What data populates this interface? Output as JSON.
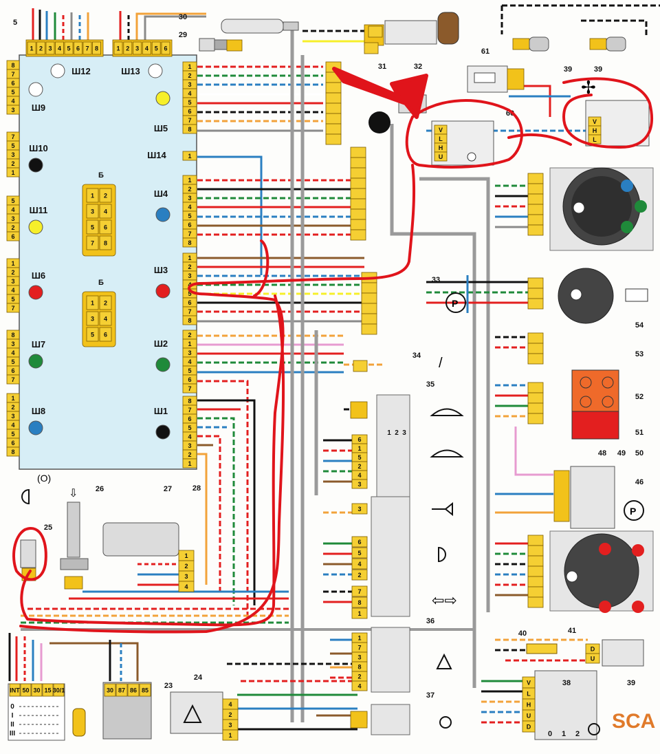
{
  "mounting_block": {
    "top_left_pins": [
      "1",
      "2",
      "3",
      "4",
      "5",
      "6",
      "7",
      "8"
    ],
    "top_right_pins": [
      "1",
      "2",
      "3",
      "4",
      "5",
      "6"
    ],
    "block_b_label": "Б",
    "block_b_upper_pins": [
      "1",
      "2",
      "3",
      "4",
      "5",
      "6",
      "7",
      "8"
    ],
    "block_b_lower_pins": [
      "1",
      "2",
      "3",
      "4",
      "5",
      "6"
    ],
    "left_sockets": [
      {
        "label": "Ш12",
        "color": "#ffffff"
      },
      {
        "label": "Ш9",
        "color": "#ffffff"
      },
      {
        "label": "Ш10",
        "color": "#111111"
      },
      {
        "label": "Ш11",
        "color": "#f6ef2a"
      },
      {
        "label": "Ш6",
        "color": "#e31f1f"
      },
      {
        "label": "Ш7",
        "color": "#1f8a3a"
      },
      {
        "label": "Ш8",
        "color": "#2a7fc1"
      }
    ],
    "right_sockets": [
      {
        "label": "Ш13",
        "color": "#ffffff"
      },
      {
        "label": "Ш5",
        "color": "#f6ef2a"
      },
      {
        "label": "Ш14",
        "color": ""
      },
      {
        "label": "Ш4",
        "color": "#2a7fc1"
      },
      {
        "label": "Ш3",
        "color": "#e31f1f"
      },
      {
        "label": "Ш2",
        "color": "#1f8a3a"
      },
      {
        "label": "Ш1",
        "color": "#111111"
      }
    ]
  },
  "component_numbers": [
    "5",
    "23",
    "24",
    "25",
    "26",
    "27",
    "28",
    "29",
    "30",
    "31",
    "32",
    "33",
    "34",
    "35",
    "36",
    "37",
    "38",
    "39",
    "39",
    "39",
    "40",
    "41",
    "46",
    "48",
    "49",
    "50",
    "51",
    "52",
    "53",
    "54",
    "60",
    "61"
  ],
  "relay_38_pins": [
    "V",
    "L",
    "H",
    "U",
    "D"
  ],
  "relay_38_positions": [
    "0",
    "1",
    "2"
  ],
  "ignition_pins": [
    "INT",
    "50",
    "30",
    "15",
    "30/1"
  ],
  "ignition_positions": [
    "0",
    "I",
    "II",
    "III"
  ],
  "relay_pins": [
    "30",
    "87",
    "86",
    "85"
  ],
  "resistor_60_pins": [
    "V",
    "L",
    "H",
    "U"
  ],
  "fan_motor_pins": [
    "V",
    "H",
    "L"
  ],
  "lamp_40_pins": [
    "D",
    "U"
  ],
  "stalk_35_positions": [
    "1",
    "2",
    "3"
  ],
  "stalk_35_pins": [
    "6",
    "1",
    "5",
    "2",
    "4",
    "3"
  ],
  "stalk_lights_pins": [
    "3",
    "6",
    "5",
    "4",
    "2",
    "7",
    "8",
    "1"
  ],
  "switch_36_pins": [
    "1",
    "7",
    "3",
    "8",
    "2",
    "4"
  ],
  "connector_27_pins": [
    "1",
    "2",
    "3",
    "4"
  ],
  "connector_24_pins": [
    "4",
    "2",
    "3",
    "1"
  ],
  "bracket_26": "(O)",
  "watermark": "SCA",
  "colors": {
    "block_fill": "#d7eef6",
    "annotation_red": "#e0141b",
    "connector_yellow": "#f2c21a"
  }
}
